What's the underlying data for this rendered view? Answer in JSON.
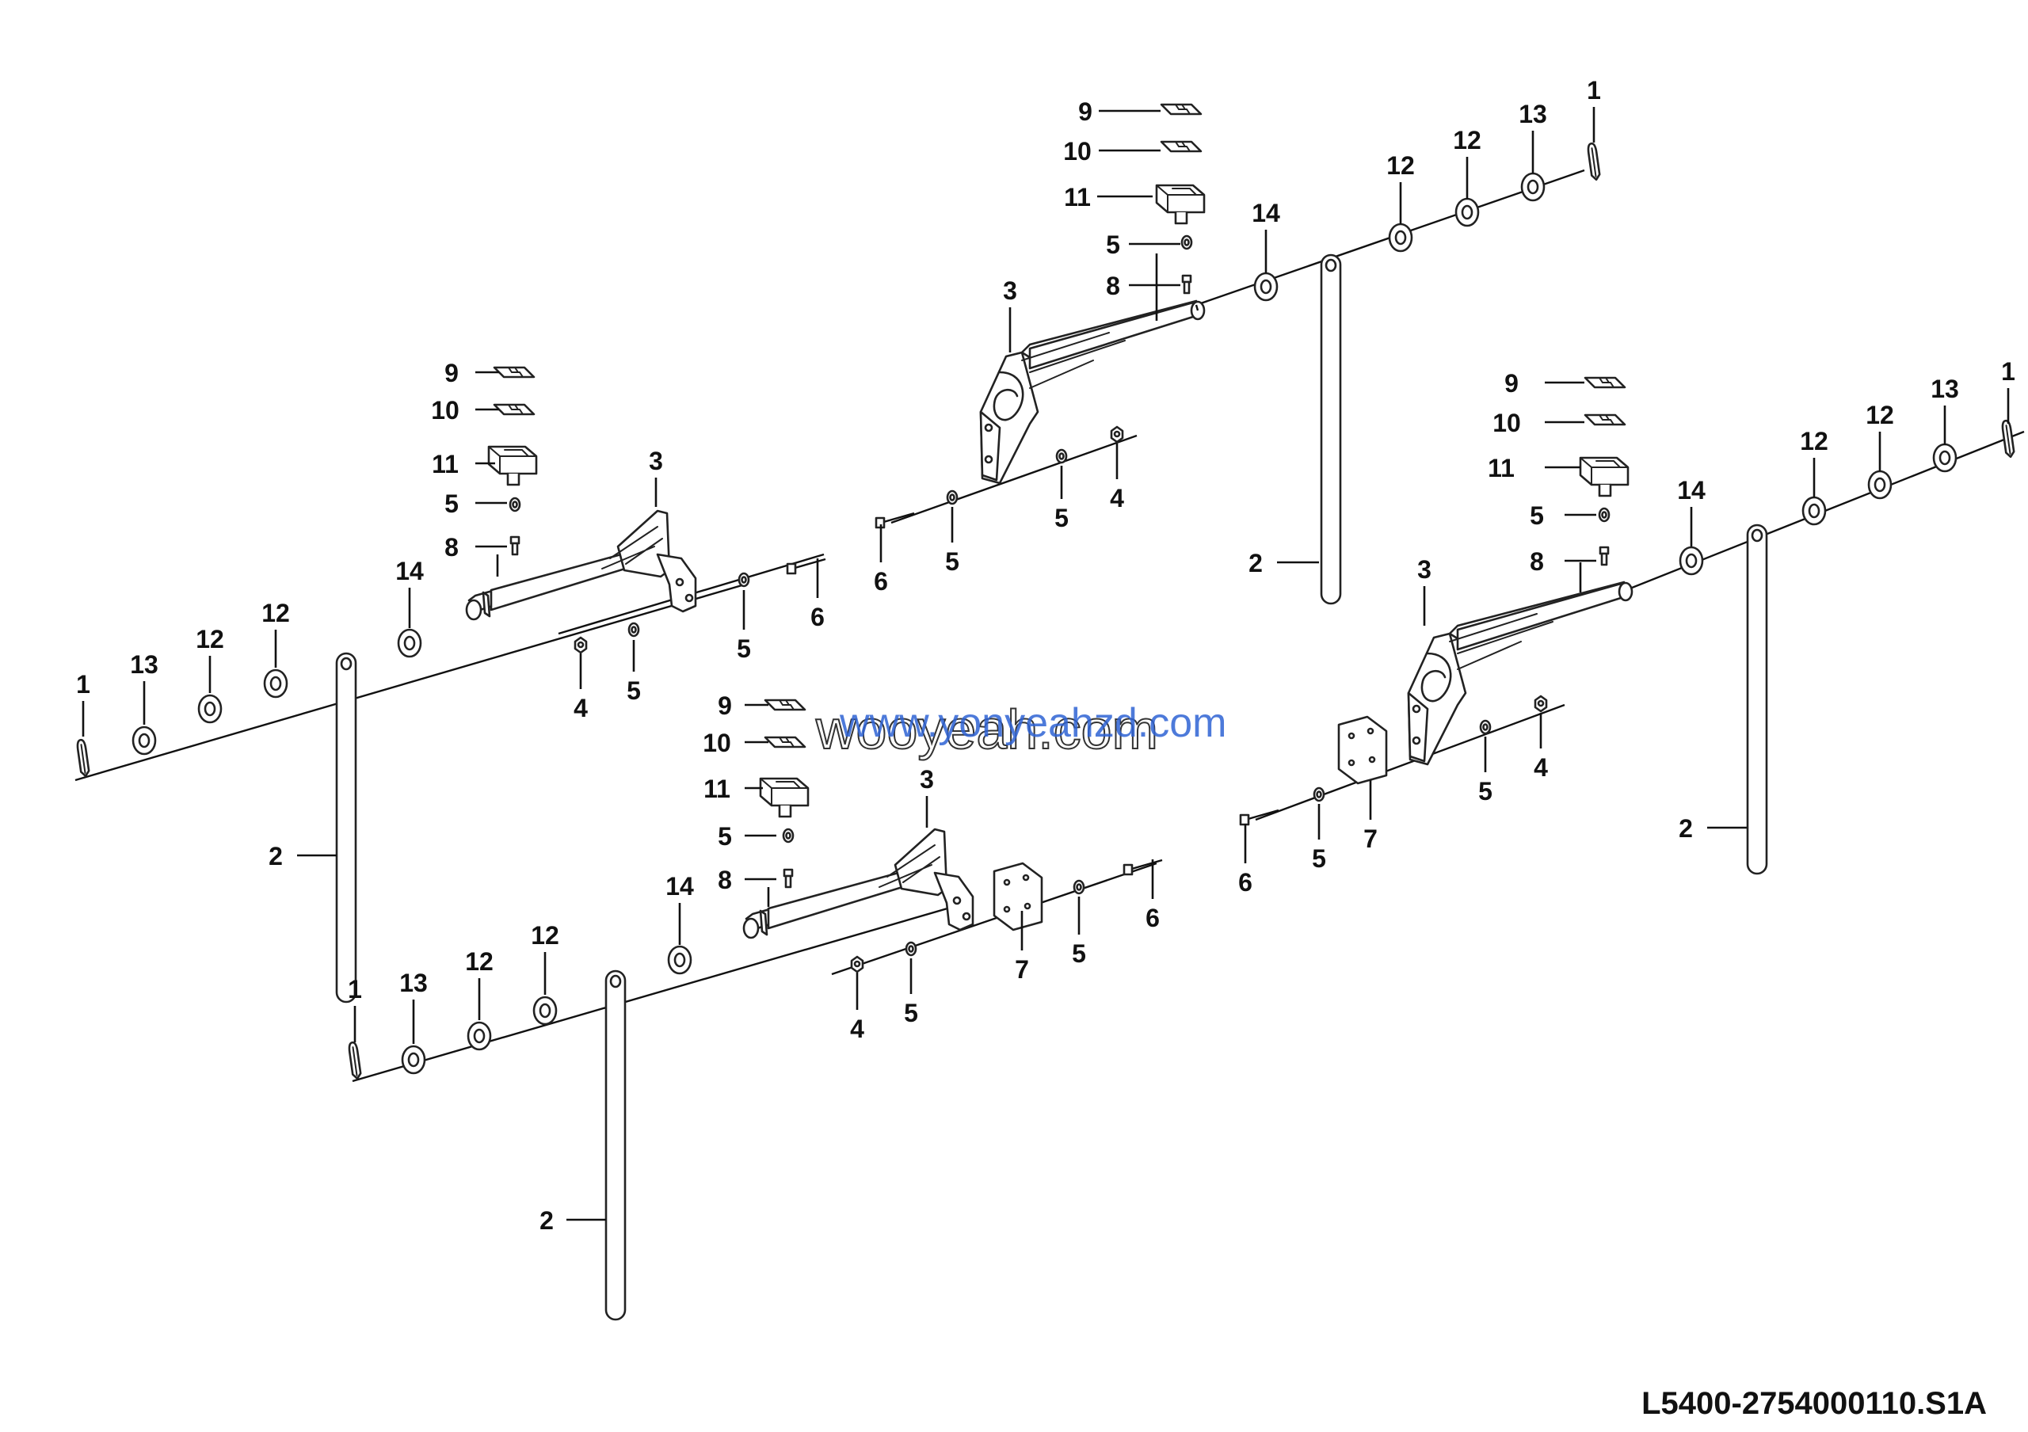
{
  "drawing": {
    "id": "L5400-2754000110.S1A",
    "watermark_primary": "wooyeah.com",
    "watermark_secondary": "www.yonyeahzd.com"
  },
  "callouts": [
    "1",
    "13",
    "12",
    "12",
    "14",
    "2",
    "3",
    "4",
    "5",
    "5",
    "6",
    "8",
    "5",
    "11",
    "10",
    "9",
    "1",
    "13",
    "12",
    "12",
    "14",
    "2",
    "3",
    "4",
    "5",
    "5",
    "6",
    "8",
    "5",
    "11",
    "10",
    "9",
    "7",
    "1",
    "13",
    "12",
    "12",
    "14",
    "2",
    "3",
    "4",
    "5",
    "5",
    "6",
    "8",
    "5",
    "11",
    "10",
    "9",
    "1",
    "13",
    "12",
    "12",
    "14",
    "2",
    "3",
    "4",
    "5",
    "5",
    "6",
    "8",
    "5",
    "11",
    "10",
    "9",
    "7"
  ],
  "colors": {
    "line": "#222222",
    "watermark": "#2f63d4"
  }
}
